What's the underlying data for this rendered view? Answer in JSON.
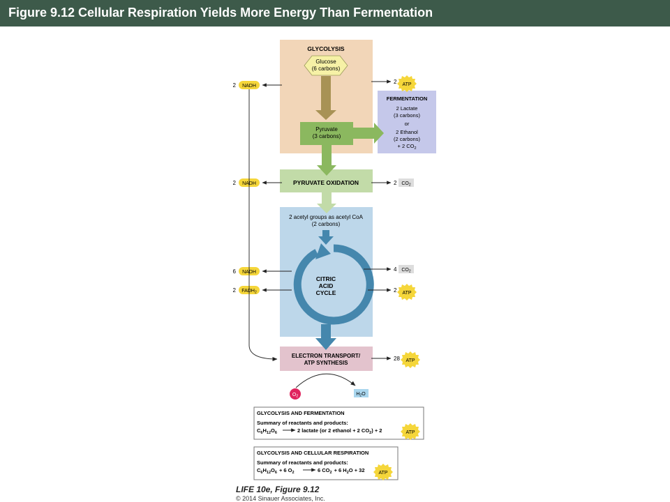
{
  "header": {
    "title": "Figure 9.12  Cellular Respiration Yields More Energy Than Fermentation"
  },
  "colors": {
    "header_bg": "#3d5a4a",
    "glycolysis_bg": "#f2d6b8",
    "fermentation_bg": "#c5c8ea",
    "pyruvate_oxidation_bg": "#c2dba8",
    "citric_cycle_bg": "#bdd7ea",
    "electron_transport_bg": "#e3c3cd",
    "nadh_badge": "#f5d63a",
    "atp_badge": "#f5d63a",
    "co2_badge": "#dddddd",
    "o2_badge": "#e0245e",
    "h2o_badge": "#a9d6ee",
    "green_arrow": "#8bb85f",
    "brown_arrow": "#a89255",
    "blue_arrow": "#4587ad"
  },
  "glycolysis": {
    "title": "GLYCOLYSIS",
    "glucose": {
      "line1": "Glucose",
      "line2": "(6 carbons)"
    },
    "pyruvate": {
      "line1": "Pyruvate",
      "line2": "(3 carbons)"
    }
  },
  "fermentation": {
    "title": "FERMENTATION",
    "line1": "2 Lactate",
    "line2": "(3 carbons)",
    "line3": "or",
    "line4": "2 Ethanol",
    "line5": "(2 carbons)",
    "line6_prefix": "+ 2 CO",
    "line6_sub": "2"
  },
  "pyruvate_oxidation": {
    "title": "PYRUVATE OXIDATION"
  },
  "citric_acid": {
    "acetyl_line1": "2 acetyl groups as acetyl CoA",
    "acetyl_line2": "(2 carbons)",
    "label1": "CITRIC",
    "label2": "ACID",
    "label3": "CYCLE"
  },
  "electron_transport": {
    "line1": "ELECTRON TRANSPORT/",
    "line2": "ATP SYNTHESIS"
  },
  "left_outputs": [
    {
      "count": "2",
      "label": "NADH"
    },
    {
      "count": "2",
      "label": "NADH"
    },
    {
      "count": "6",
      "label": "NADH"
    },
    {
      "count": "2",
      "label_prefix": "FADH",
      "label_sub": "2"
    }
  ],
  "right_outputs": {
    "glycolysis_atp": {
      "count": "2",
      "label": "ATP"
    },
    "pyruvate_co2": {
      "count": "2",
      "label_prefix": "CO",
      "label_sub": "2"
    },
    "citric_co2": {
      "count": "4",
      "label_prefix": "CO",
      "label_sub": "2"
    },
    "citric_atp": {
      "count": "2",
      "label": "ATP"
    },
    "electron_atp": {
      "count": "28",
      "label": "ATP"
    }
  },
  "oxygen": {
    "o_prefix": "O",
    "o_sub": "2",
    "h_prefix": "H",
    "h_sub": "2",
    "h_suffix": "O"
  },
  "summary1": {
    "title": "GLYCOLYSIS AND FERMENTATION",
    "subtitle": "Summary of reactants and products:",
    "c": "C",
    "c_sub": "6",
    "h": "H",
    "h_sub": "12",
    "o": "O",
    "o_sub": "6",
    "products": "2 lactate (or 2 ethanol + 2 CO",
    "products_sub": "2",
    "products_end": ") + 2",
    "atp": "ATP"
  },
  "summary2": {
    "title": "GLYCOLYSIS AND CELLULAR RESPIRATION",
    "subtitle": "Summary of reactants and products:",
    "c": "C",
    "c_sub": "6",
    "h": "H",
    "h_sub": "12",
    "o": "O",
    "o_sub": "6",
    "reactant2": "+ 6 O",
    "reactant2_sub": "2",
    "products": "6 CO",
    "products_sub": "2",
    "products_mid": "+ 6 H",
    "products_mid_sub": "2",
    "products_end": "O + 32",
    "atp": "ATP"
  },
  "credit": {
    "title": "LIFE 10e, Figure 9.12",
    "copyright": "© 2014 Sinauer Associates, Inc."
  }
}
